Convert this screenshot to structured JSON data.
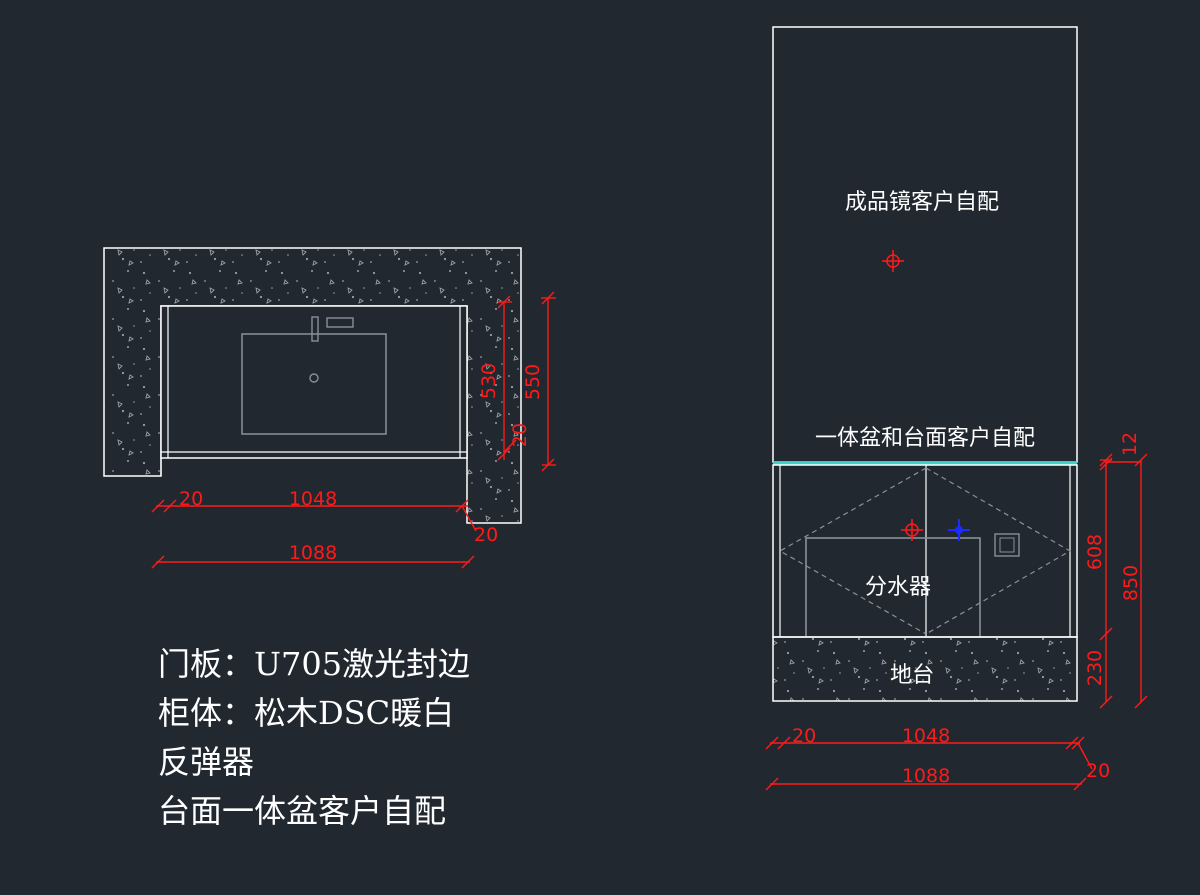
{
  "plan": {
    "dims": {
      "depth_inner": "530",
      "depth_total": "550",
      "back_panel": "20",
      "side_left": "20",
      "width_inner": "1048",
      "side_right": "20",
      "width_total": "1088"
    }
  },
  "elevation": {
    "labels": {
      "mirror": "成品镜客户自配",
      "countertop": "一体盆和台面客户自配",
      "water_divider": "分水器",
      "plinth": "地台"
    },
    "dims": {
      "top_thickness": "12",
      "cabinet_height": "608",
      "total_height": "850",
      "plinth_height": "230",
      "side_left": "20",
      "width_inner": "1048",
      "width_total": "1088",
      "side_right": "20"
    }
  },
  "notes": [
    "门板：U705激光封边",
    "柜体：松木DSC暖白",
    "反弹器",
    "台面一体盆客户自配"
  ],
  "colors": {
    "background": "#212830",
    "line": "#ffffff",
    "dimension": "#ff1a1a",
    "countertop_edge": "#3fd0d0",
    "marker_blue": "#1a2cff"
  }
}
